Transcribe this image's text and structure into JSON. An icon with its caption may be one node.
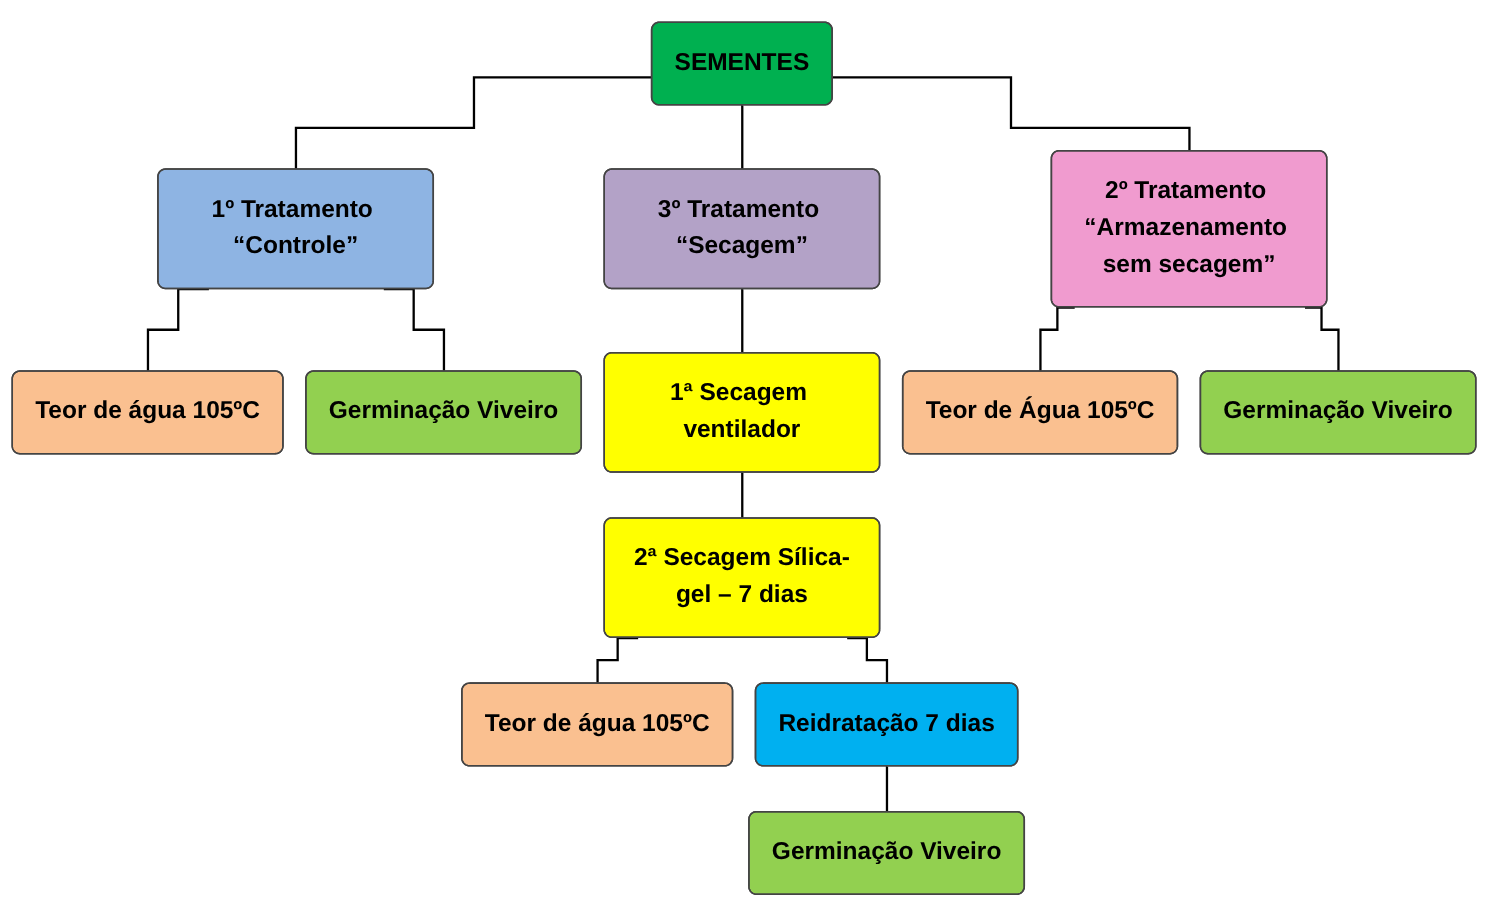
{
  "diagram": {
    "nodes": [
      {
        "text": [
          "SEMENTES"
        ]
      },
      {
        "text": [
          "1º Tratamento “Controle”"
        ]
      },
      {
        "text": [
          "2º Tratamento “Armazenamento sem secagem”"
        ]
      },
      {
        "text": [
          "3º Tratamento “Secagem”"
        ]
      },
      {
        "text": [
          "Teor de água 105ºC"
        ]
      },
      {
        "text": [
          "Germinação Viveiro"
        ]
      },
      {
        "text": [
          "1ª Secagem ventilador"
        ]
      },
      {
        "text": [
          "2ª Secagem Sílica-gel – 7 dias"
        ]
      },
      {
        "text": [
          "Teor de água 105ºC"
        ]
      },
      {
        "text": [
          "Reidratação 7 dias"
        ]
      },
      {
        "text": [
          "Teor de Água 105ºC"
        ]
      },
      {
        "text": [
          "Germinação Viveiro"
        ]
      },
      {
        "text": [
          "Germinação Viveiro"
        ]
      }
    ],
    "edges": [
      {
        "from": 0,
        "to": 1,
        "arrow": "none"
      },
      {
        "from": 0,
        "to": 2,
        "arrow": "none"
      },
      {
        "from": 0,
        "to": 3,
        "arrow": "none"
      },
      {
        "from": 1,
        "to": 4,
        "arrow": "none"
      },
      {
        "from": 1,
        "to": 5,
        "arrow": "none"
      },
      {
        "from": 3,
        "to": 6,
        "arrow": "none"
      },
      {
        "from": 6,
        "to": 7,
        "arrow": "none"
      },
      {
        "from": 7,
        "to": 8,
        "arrow": "none"
      },
      {
        "from": 7,
        "to": 9,
        "arrow": "none"
      },
      {
        "from": 2,
        "to": 10,
        "arrow": "none"
      },
      {
        "from": 2,
        "to": 11,
        "arrow": "none"
      },
      {
        "from": 9,
        "to": 12,
        "arrow": "none"
      }
    ]
  }
}
